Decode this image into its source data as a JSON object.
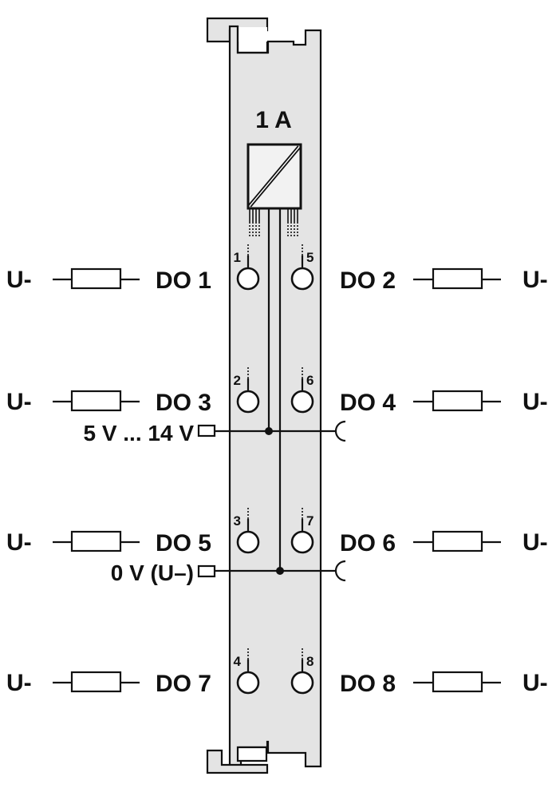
{
  "module": {
    "title": "1 A",
    "body_color": "#e4e4e4",
    "line_color": "#111111",
    "converter_fill": "#f2f2f2"
  },
  "rows": [
    {
      "left": {
        "supply": "U-",
        "output": "DO 1",
        "pin": "1"
      },
      "right": {
        "supply": "U-",
        "output": "DO 2",
        "pin": "5"
      }
    },
    {
      "left": {
        "supply": "U-",
        "output": "DO 3",
        "pin": "2"
      },
      "right": {
        "supply": "U-",
        "output": "DO 4",
        "pin": "6"
      }
    },
    {
      "left": {
        "supply": "U-",
        "output": "DO 5",
        "pin": "3"
      },
      "right": {
        "supply": "U-",
        "output": "DO 6",
        "pin": "7"
      }
    },
    {
      "left": {
        "supply": "U-",
        "output": "DO 7",
        "pin": "4"
      },
      "right": {
        "supply": "U-",
        "output": "DO 8",
        "pin": "8"
      }
    }
  ],
  "rails": {
    "positive": {
      "label": "5 V ... 14 V"
    },
    "negative": {
      "label": "0 V (U–)"
    }
  }
}
